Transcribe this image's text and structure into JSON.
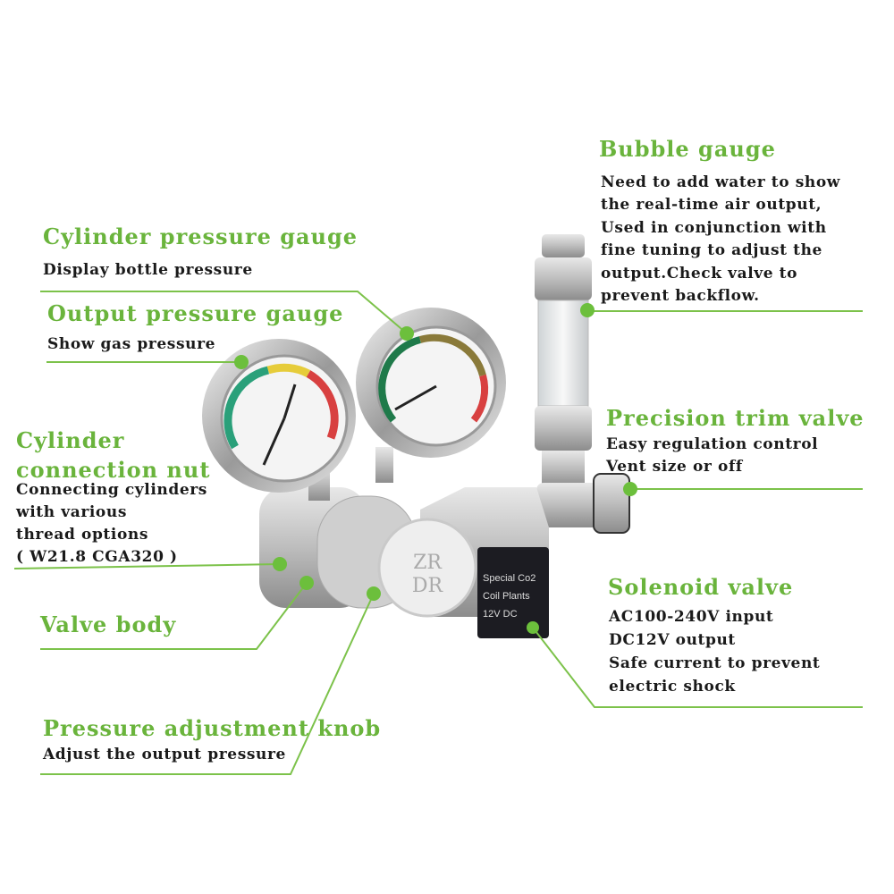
{
  "colors": {
    "accent": "#6ab43c",
    "text": "#1a1a1a"
  },
  "callouts": {
    "cylinder_gauge": {
      "title": "Cylinder pressure gauge",
      "desc": [
        "Display bottle pressure"
      ]
    },
    "output_gauge": {
      "title": "Output pressure gauge",
      "desc": [
        "Show gas pressure"
      ]
    },
    "connection_nut": {
      "title_lines": [
        "Cylinder",
        "connection nut"
      ],
      "desc": [
        "Connecting cylinders",
        "with various",
        "thread options",
        "( W21.8 CGA320 )"
      ]
    },
    "valve_body": {
      "title": "Valve body"
    },
    "adjust_knob": {
      "title": "Pressure adjustment knob",
      "desc": [
        "Adjust the output pressure"
      ]
    },
    "bubble_gauge": {
      "title": "Bubble gauge",
      "desc": [
        "Need to add water to show",
        "the real-time air output,",
        "Used in conjunction with",
        "fine tuning to adjust the",
        "output.Check valve to",
        "prevent backflow."
      ]
    },
    "trim_valve": {
      "title": "Precision trim valve",
      "desc": [
        "Easy regulation control",
        "Vent size or off"
      ]
    },
    "solenoid": {
      "title": "Solenoid valve",
      "desc": [
        "AC100-240V input",
        "DC12V output",
        "Safe current to prevent",
        "electric shock"
      ]
    }
  },
  "product": {
    "knob_text": [
      "ZR",
      "DR"
    ],
    "solenoid_label": [
      "Special Co2",
      "Coil Plants",
      "12V DC"
    ]
  }
}
